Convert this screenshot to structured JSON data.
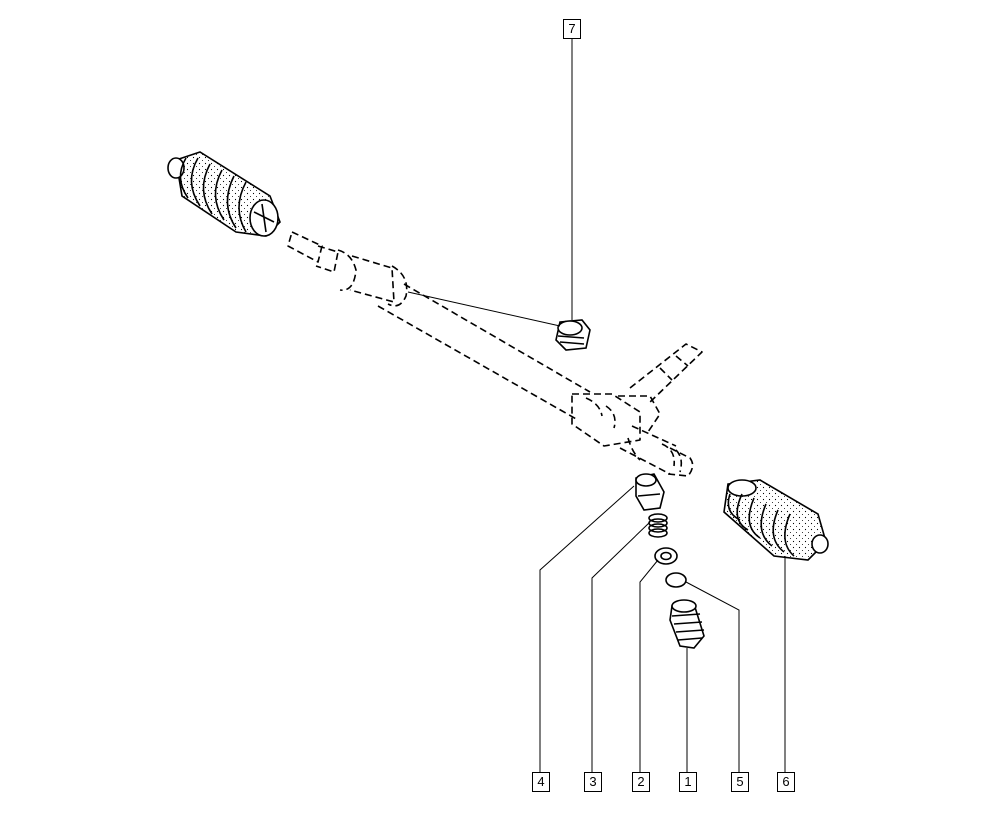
{
  "diagram": {
    "type": "exploded-parts-view",
    "line_color": "#000000",
    "background": "#ffffff"
  },
  "callouts": [
    {
      "id": "callout-1",
      "label": "1",
      "part": "part-1"
    },
    {
      "id": "callout-2",
      "label": "2",
      "part": "part-2"
    },
    {
      "id": "callout-3",
      "label": "3",
      "part": "part-3"
    },
    {
      "id": "callout-4",
      "label": "4",
      "part": "part-4"
    },
    {
      "id": "callout-5",
      "label": "5",
      "part": "part-5"
    },
    {
      "id": "callout-6",
      "label": "6",
      "part": "part-6"
    },
    {
      "id": "callout-7",
      "label": "7",
      "part": "part-7"
    }
  ]
}
